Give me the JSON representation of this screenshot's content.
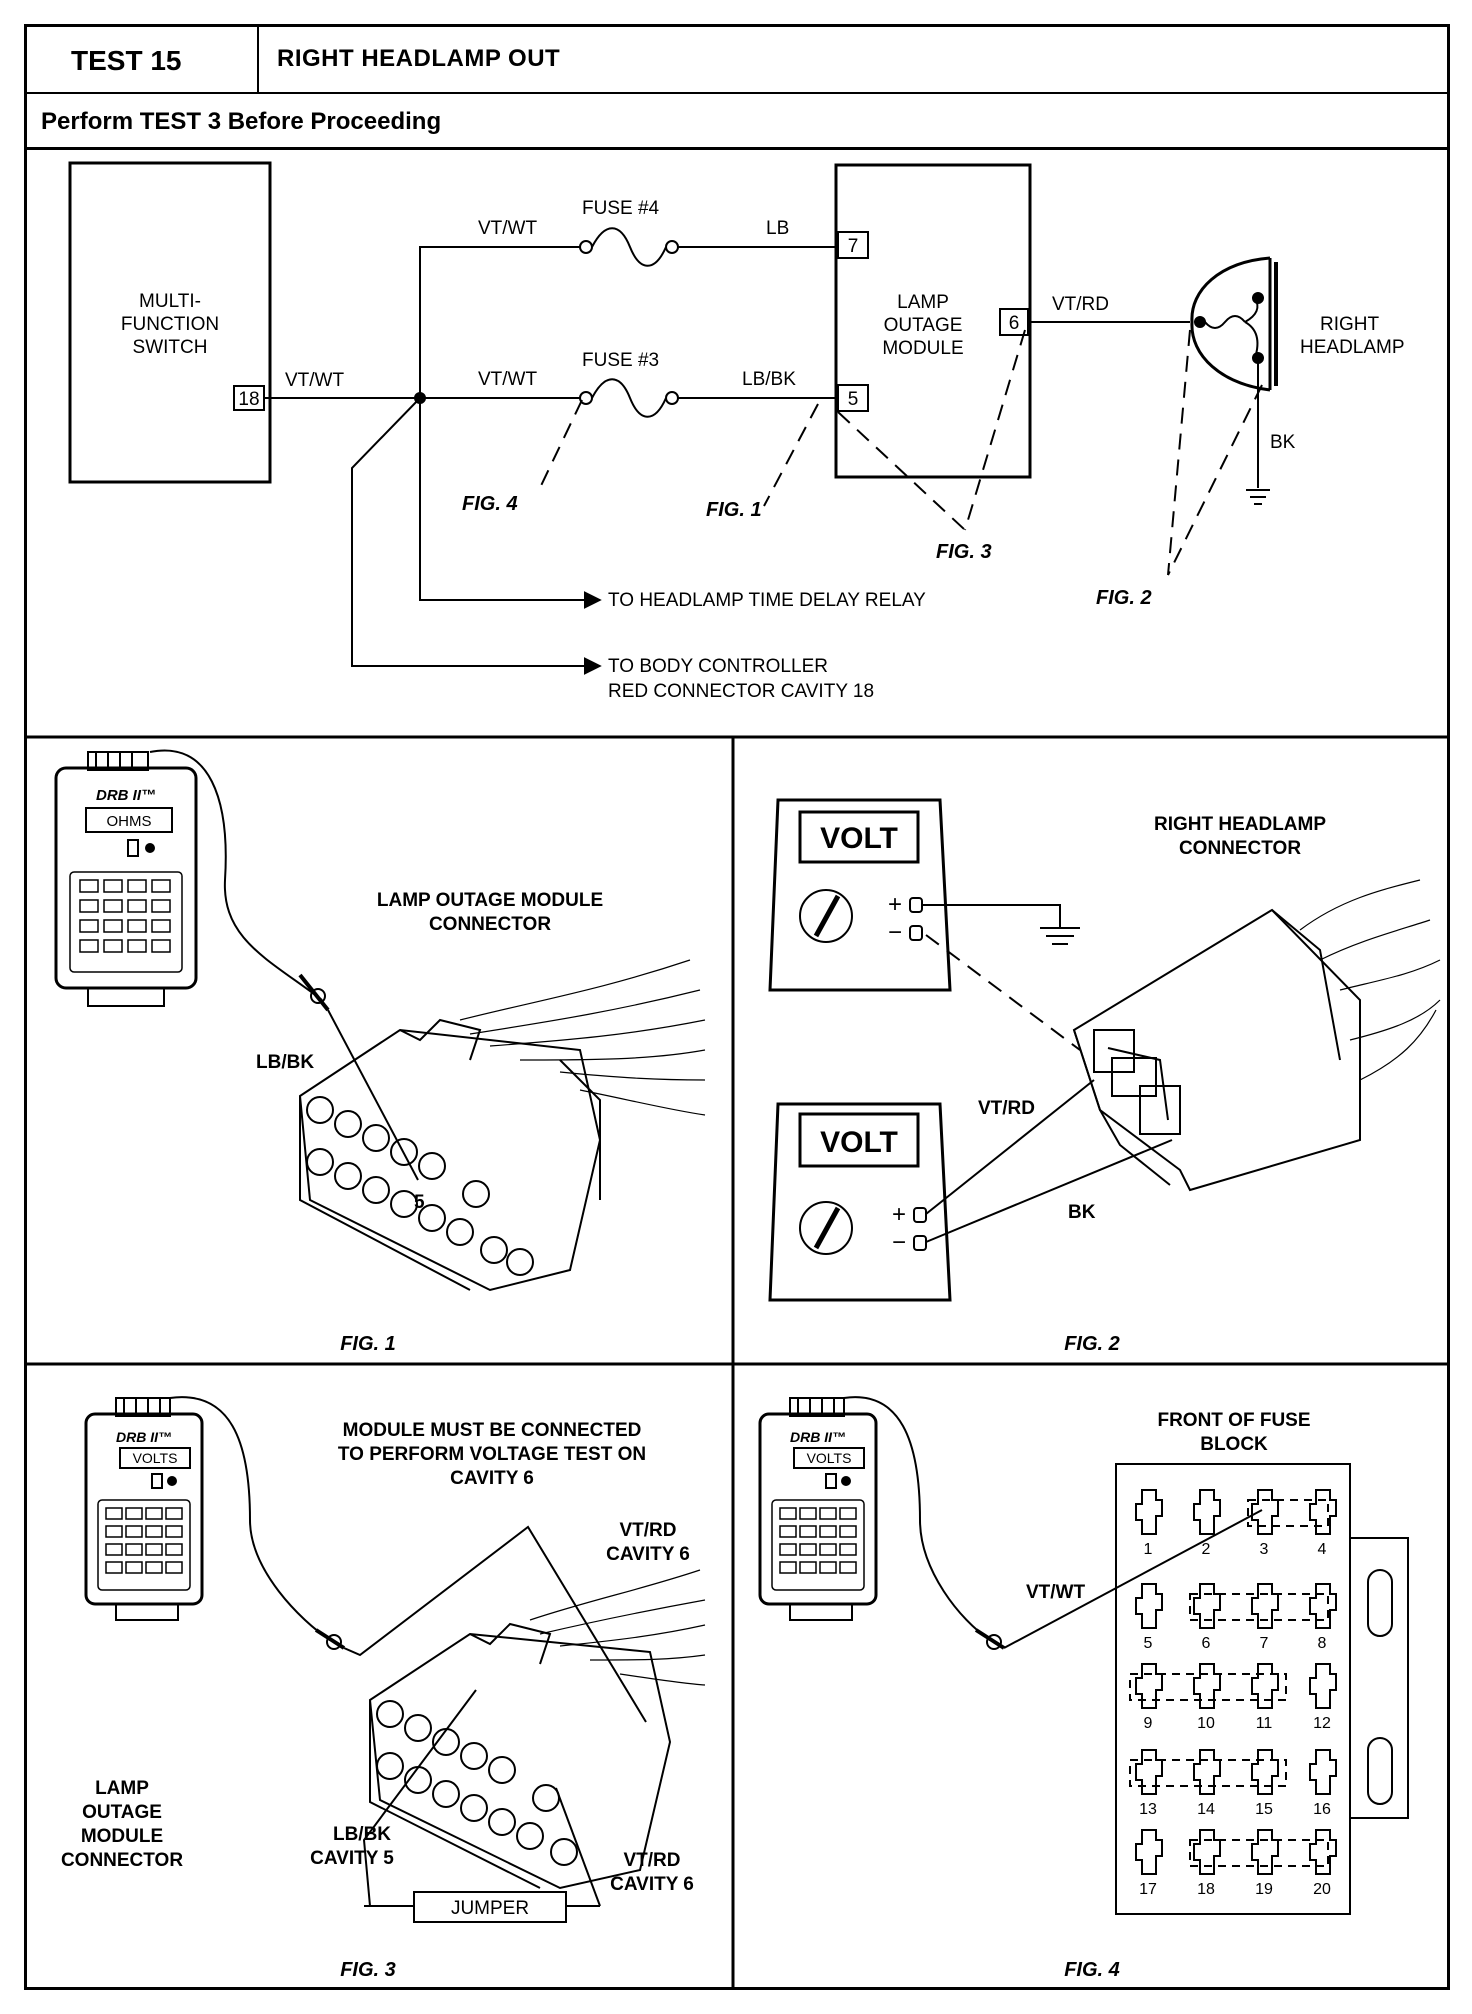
{
  "header": {
    "test_number": "TEST 15",
    "title": "RIGHT HEADLAMP OUT",
    "prerequisite": "Perform TEST 3 Before Proceeding"
  },
  "schematic": {
    "switch_label": [
      "MULTI-",
      "FUNCTION",
      "SWITCH"
    ],
    "switch_pin": "18",
    "wire_main": "VT/WT",
    "wire_upper": "VT/WT",
    "wire_lower": "VT/WT",
    "fuse_upper": "FUSE #4",
    "fuse_lower": "FUSE #3",
    "wire_lb": "LB",
    "wire_lbbk": "LB/BK",
    "module_label": [
      "LAMP",
      "OUTAGE",
      "MODULE"
    ],
    "pin_7": "7",
    "pin_5": "5",
    "pin_6": "6",
    "wire_vtrd": "VT/RD",
    "headlamp_label": [
      "RIGHT",
      "HEADLAMP"
    ],
    "wire_bk": "BK",
    "ref_fig4": "FIG. 4",
    "ref_fig1": "FIG. 1",
    "ref_fig3": "FIG. 3",
    "ref_fig2": "FIG. 2",
    "dest_relay": "TO HEADLAMP TIME DELAY RELAY",
    "dest_body": [
      "TO BODY CONTROLLER",
      "RED CONNECTOR CAVITY 18"
    ]
  },
  "fig1": {
    "tester_brand": "DRB II™",
    "tester_mode": "OHMS",
    "connector_title": [
      "LAMP OUTAGE MODULE",
      "CONNECTOR"
    ],
    "wire": "LB/BK",
    "cavity": "5",
    "caption": "FIG. 1"
  },
  "fig2": {
    "meter_label_top": "VOLT",
    "meter_label_bottom": "VOLT",
    "plus": "+",
    "minus": "−",
    "connector_title": [
      "RIGHT HEADLAMP",
      "CONNECTOR"
    ],
    "wire_vtrd": "VT/RD",
    "wire_bk": "BK",
    "caption": "FIG. 2"
  },
  "fig3": {
    "tester_brand": "DRB II™",
    "tester_mode": "VOLTS",
    "note": [
      "MODULE MUST BE CONNECTED",
      "TO PERFORM VOLTAGE TEST ON",
      "CAVITY 6"
    ],
    "vtrd_top": [
      "VT/RD",
      "CAVITY 6"
    ],
    "lbbk": [
      "LB/BK",
      "CAVITY 5"
    ],
    "vtrd_bottom": [
      "VT/RD",
      "CAVITY 6"
    ],
    "module_label": [
      "LAMP",
      "OUTAGE",
      "MODULE",
      "CONNECTOR"
    ],
    "jumper": "JUMPER",
    "caption": "FIG. 3"
  },
  "fig4": {
    "tester_brand": "DRB II™",
    "tester_mode": "VOLTS",
    "title": [
      "FRONT OF FUSE",
      "BLOCK"
    ],
    "wire": "VT/WT",
    "fuse_numbers": [
      "1",
      "2",
      "3",
      "4",
      "5",
      "6",
      "7",
      "8",
      "9",
      "10",
      "11",
      "12",
      "13",
      "14",
      "15",
      "16",
      "17",
      "18",
      "19",
      "20"
    ],
    "caption": "FIG. 4"
  }
}
